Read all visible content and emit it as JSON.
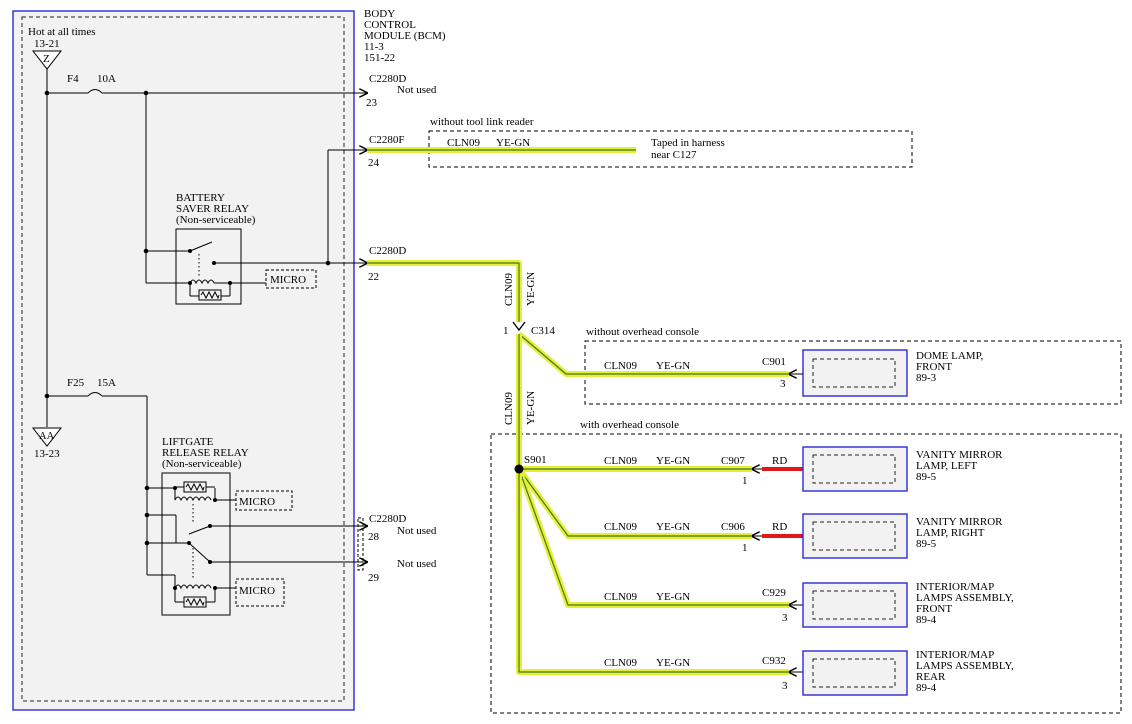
{
  "colors": {
    "wire_fill": "#e6ee3a",
    "wire_trace": "#3c7a1e",
    "module_border": "#2a2ad8",
    "module_fill": "#f2f2f2",
    "red_wire": "#e01818",
    "line": "#000000"
  },
  "bcm": {
    "title_lines": [
      "BODY",
      "CONTROL",
      "MODULE (BCM)",
      "11-3",
      "151-22"
    ],
    "hot_label": "Hot at all times",
    "hot_ref_top": "13-21",
    "hot_ref_bottom": "13-23",
    "triangle_z": "Z",
    "triangle_aa": "AA",
    "fuse_f4": "F4",
    "fuse_f4_rating": "10A",
    "fuse_f25": "F25",
    "fuse_f25_rating": "15A",
    "battery_relay_lines": [
      "BATTERY",
      "SAVER RELAY",
      "(Non-serviceable)"
    ],
    "liftgate_relay_lines": [
      "LIFTGATE",
      "RELEASE RELAY",
      "(Non-serviceable)"
    ],
    "micro": "MICRO"
  },
  "connectors": {
    "c2280d_top": "C2280D",
    "pin23": "23",
    "not_used": "Not used",
    "c2280f": "C2280F",
    "pin24": "24",
    "c2280d_mid": "C2280D",
    "pin22": "22",
    "c2280d_bot": "C2280D",
    "pin28": "28",
    "pin29": "29"
  },
  "tool_link": {
    "heading": "without tool link reader",
    "circuit": "CLN09",
    "color": "YE-GN",
    "note_lines": [
      "Taped in harness",
      "near C127"
    ]
  },
  "riser": {
    "circuit": "CLN09",
    "color": "YE-GN",
    "c314": "C314",
    "c314_pin": "1"
  },
  "no_overhead": {
    "heading": "without overhead console",
    "circuit": "CLN09",
    "color": "YE-GN",
    "connector": "C901",
    "pin": "3",
    "component_lines": [
      "DOME LAMP,",
      "FRONT",
      "89-3"
    ]
  },
  "overhead": {
    "heading": "with overhead console",
    "splice": "S901",
    "riser_circuit": "CLN09",
    "riser_color": "YE-GN",
    "branches": [
      {
        "circuit": "CLN09",
        "color": "YE-GN",
        "connector": "C907",
        "pin": "1",
        "red_label": "RD",
        "component_lines": [
          "VANITY MIRROR",
          "LAMP, LEFT",
          "89-5"
        ]
      },
      {
        "circuit": "CLN09",
        "color": "YE-GN",
        "connector": "C906",
        "pin": "1",
        "red_label": "RD",
        "component_lines": [
          "VANITY MIRROR",
          "LAMP, RIGHT",
          "89-5"
        ]
      },
      {
        "circuit": "CLN09",
        "color": "YE-GN",
        "connector": "C929",
        "pin": "3",
        "component_lines": [
          "INTERIOR/MAP",
          "LAMPS ASSEMBLY,",
          "FRONT",
          "89-4"
        ]
      },
      {
        "circuit": "CLN09",
        "color": "YE-GN",
        "connector": "C932",
        "pin": "3",
        "component_lines": [
          "INTERIOR/MAP",
          "LAMPS ASSEMBLY,",
          "REAR",
          "89-4"
        ]
      }
    ]
  }
}
